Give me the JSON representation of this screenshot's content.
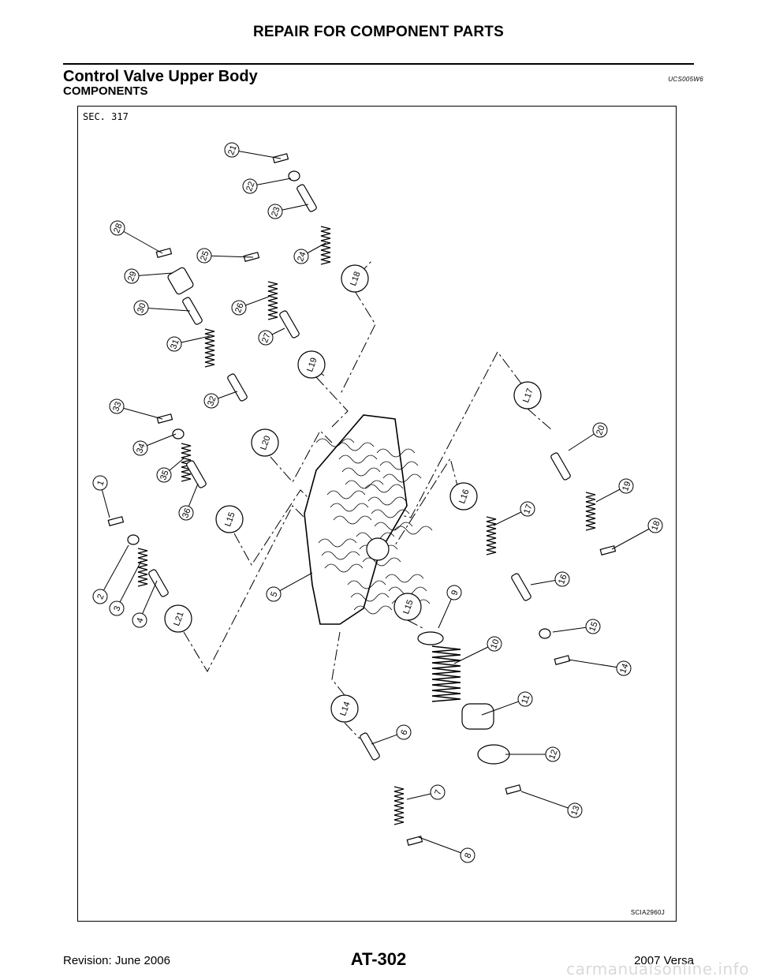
{
  "header": {
    "title": "REPAIR FOR COMPONENT PARTS"
  },
  "section": {
    "title": "Control Valve Upper Body",
    "code": "UCS005W6",
    "subtitle": "COMPONENTS"
  },
  "figure": {
    "sec_label": "SEC. 317",
    "figure_code": "SCIA2960J",
    "callouts": [
      "1",
      "2",
      "3",
      "4",
      "5",
      "6",
      "7",
      "8",
      "9",
      "10",
      "11",
      "12",
      "13",
      "14",
      "15",
      "16",
      "17",
      "18",
      "19",
      "20",
      "21",
      "22",
      "23",
      "24",
      "25",
      "26",
      "27",
      "28",
      "29",
      "30",
      "31",
      "32",
      "33",
      "34",
      "35",
      "36"
    ],
    "location_labels": [
      "L14",
      "L15",
      "L15",
      "L16",
      "L17",
      "L18",
      "L19",
      "L20",
      "L21"
    ]
  },
  "footer": {
    "revision": "Revision: June 2006",
    "page_number": "AT-302",
    "model": "2007 Versa"
  },
  "watermark": {
    "text": "carmanualsonline.info"
  }
}
